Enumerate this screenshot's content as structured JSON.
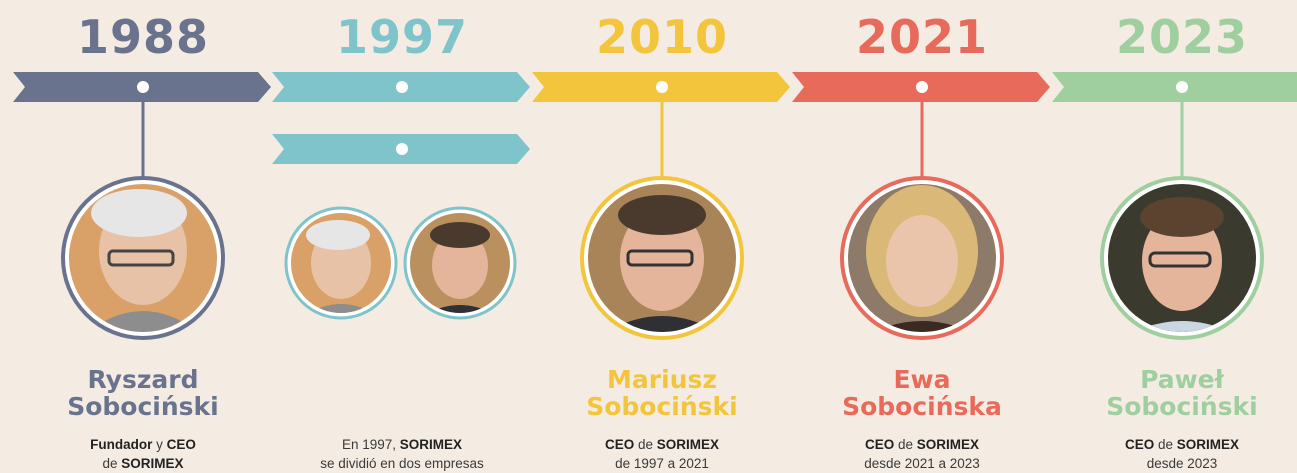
{
  "timeline": [
    {
      "year": "1988",
      "color": "#69738e",
      "name_line1": "Ryszard",
      "name_line2": "Sobociński",
      "desc": [
        [
          {
            "t": "Fundador",
            "b": true
          },
          {
            "t": " y ",
            "b": false
          },
          {
            "t": "CEO",
            "b": true
          }
        ],
        [
          {
            "t": "de ",
            "b": false
          },
          {
            "t": "SORIMEX",
            "b": true
          }
        ]
      ]
    },
    {
      "year": "1997",
      "color": "#7fc4cb",
      "name_line1": "",
      "name_line2": "",
      "desc": [
        [
          {
            "t": "En 1997, ",
            "b": false
          },
          {
            "t": "SORIMEX",
            "b": true
          }
        ],
        [
          {
            "t": "se dividió en dos empresas",
            "b": false
          }
        ]
      ]
    },
    {
      "year": "2010",
      "color": "#f2c53d",
      "name_line1": "Mariusz",
      "name_line2": "Sobociński",
      "desc": [
        [
          {
            "t": "CEO",
            "b": true
          },
          {
            "t": " de ",
            "b": false
          },
          {
            "t": "SORIMEX",
            "b": true
          }
        ],
        [
          {
            "t": "de 1997 a 2021",
            "b": false
          }
        ]
      ]
    },
    {
      "year": "2021",
      "color": "#e86a5b",
      "name_line1": "Ewa",
      "name_line2": "Sobocińska",
      "desc": [
        [
          {
            "t": "CEO",
            "b": true
          },
          {
            "t": " de ",
            "b": false
          },
          {
            "t": "SORIMEX",
            "b": true
          }
        ],
        [
          {
            "t": "desde 2021 a 2023",
            "b": false
          }
        ]
      ]
    },
    {
      "year": "2023",
      "color": "#9fcf9f",
      "name_line1": "Paweł",
      "name_line2": "Sobociński",
      "desc": [
        [
          {
            "t": "CEO",
            "b": true
          },
          {
            "t": " de ",
            "b": false
          },
          {
            "t": "SORIMEX",
            "b": true
          }
        ],
        [
          {
            "t": "desde 2023",
            "b": false
          }
        ]
      ]
    }
  ]
}
